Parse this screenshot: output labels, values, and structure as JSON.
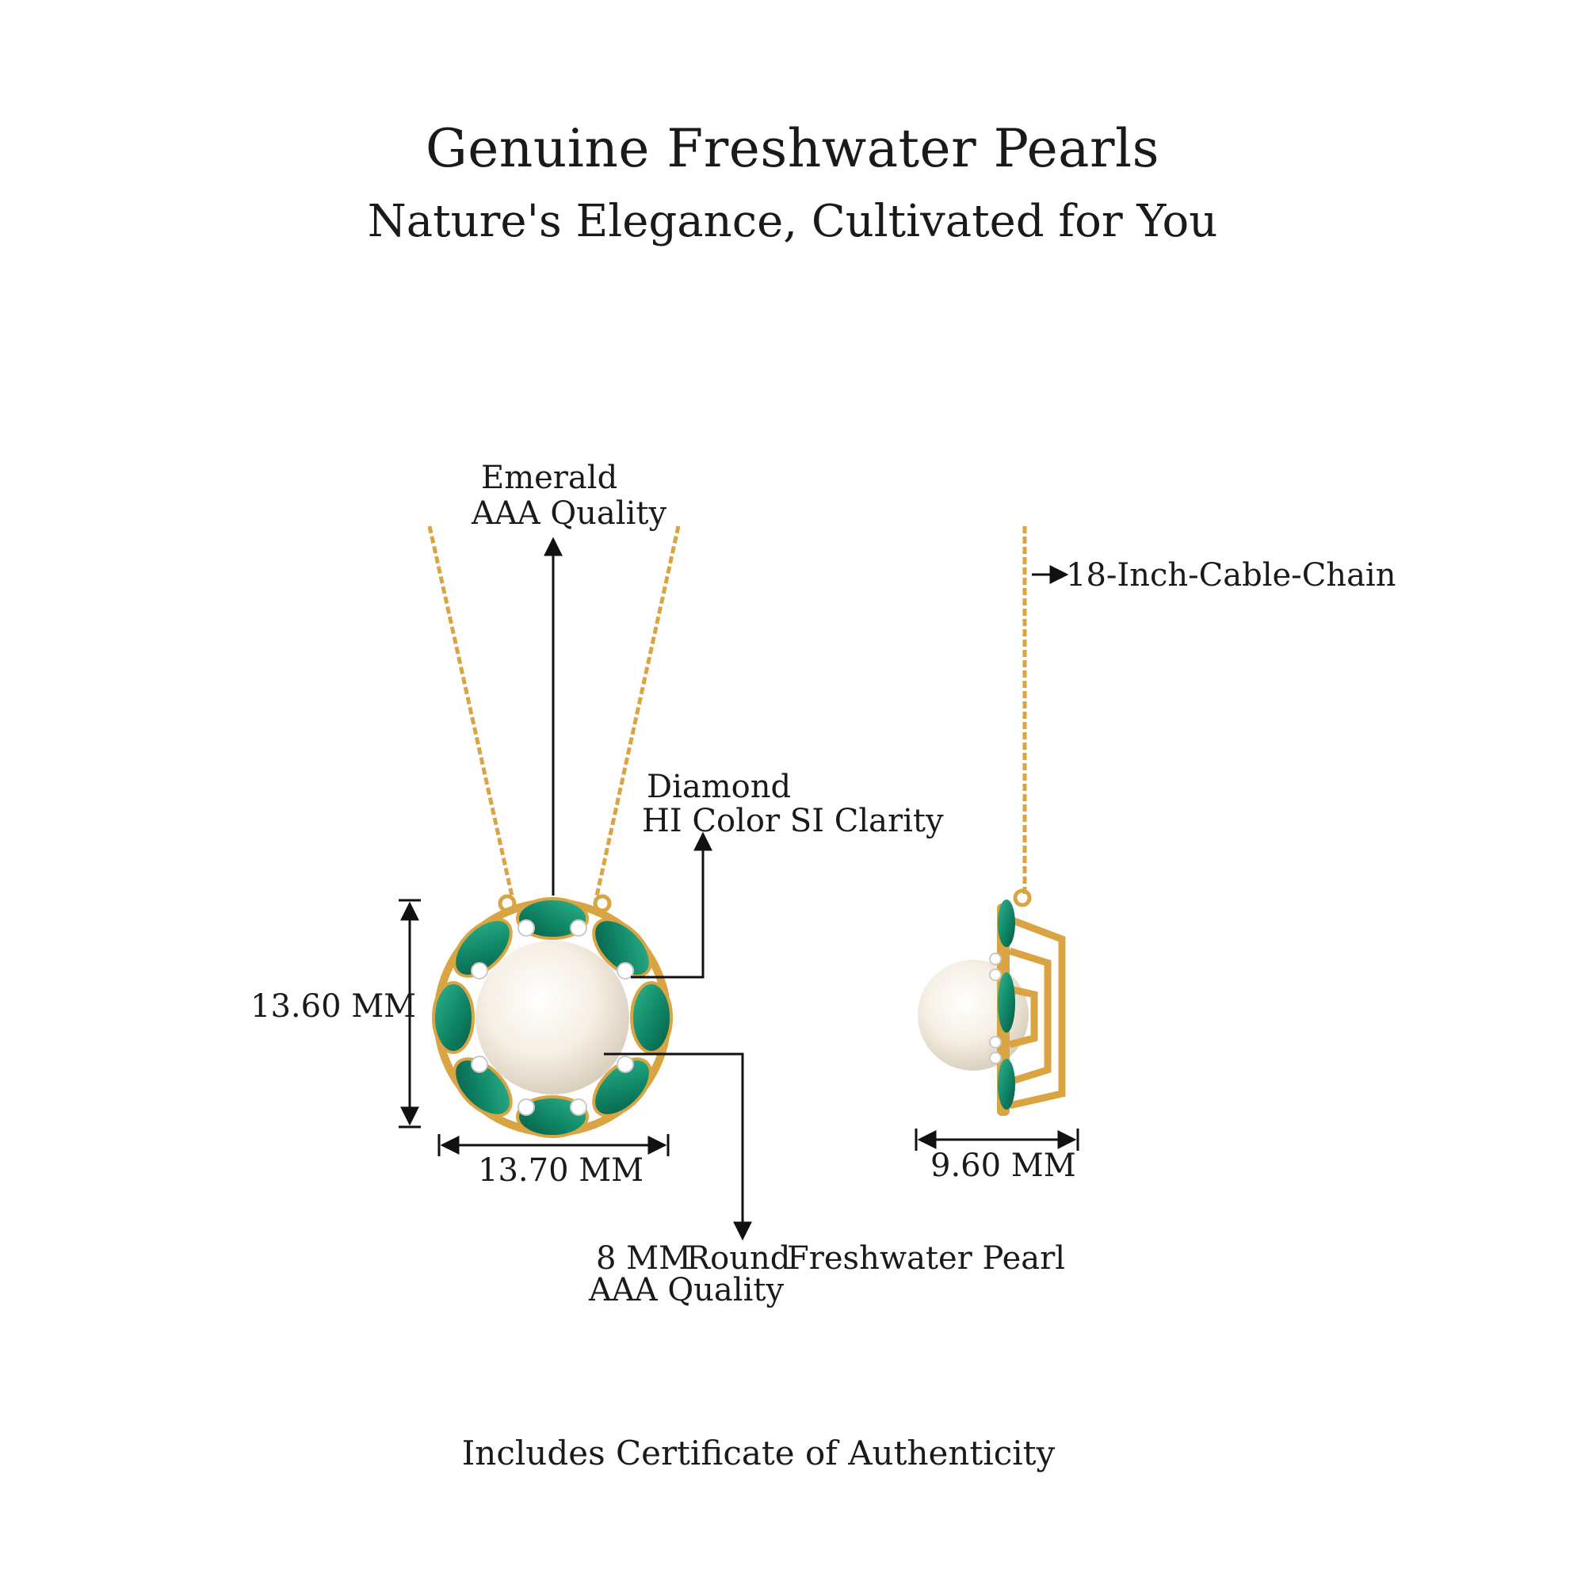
{
  "header": {
    "title": "Genuine Freshwater Pearls",
    "subtitle": "Nature's Elegance, Cultivated for You"
  },
  "labels": {
    "emerald_name": "Emerald",
    "emerald_quality": "AAA Quality",
    "diamond_name": "Diamond",
    "diamond_quality": "HI Color SI Clarity",
    "chain": "18-Inch-Cable-Chain",
    "height": "13.60 MM",
    "width": "13.70 MM",
    "depth": "9.60 MM",
    "pearl_size": "8 MM",
    "pearl_shape": "Round",
    "pearl_type": "Freshwater Pearl",
    "pearl_quality": "AAA Quality"
  },
  "footer": {
    "note": "Includes Certificate of Authenticity"
  },
  "colors": {
    "gold": "#d9a441",
    "emerald": "#11896a",
    "pearl": "#f6efe4",
    "diamond": "#ffffff",
    "line": "#111111"
  }
}
